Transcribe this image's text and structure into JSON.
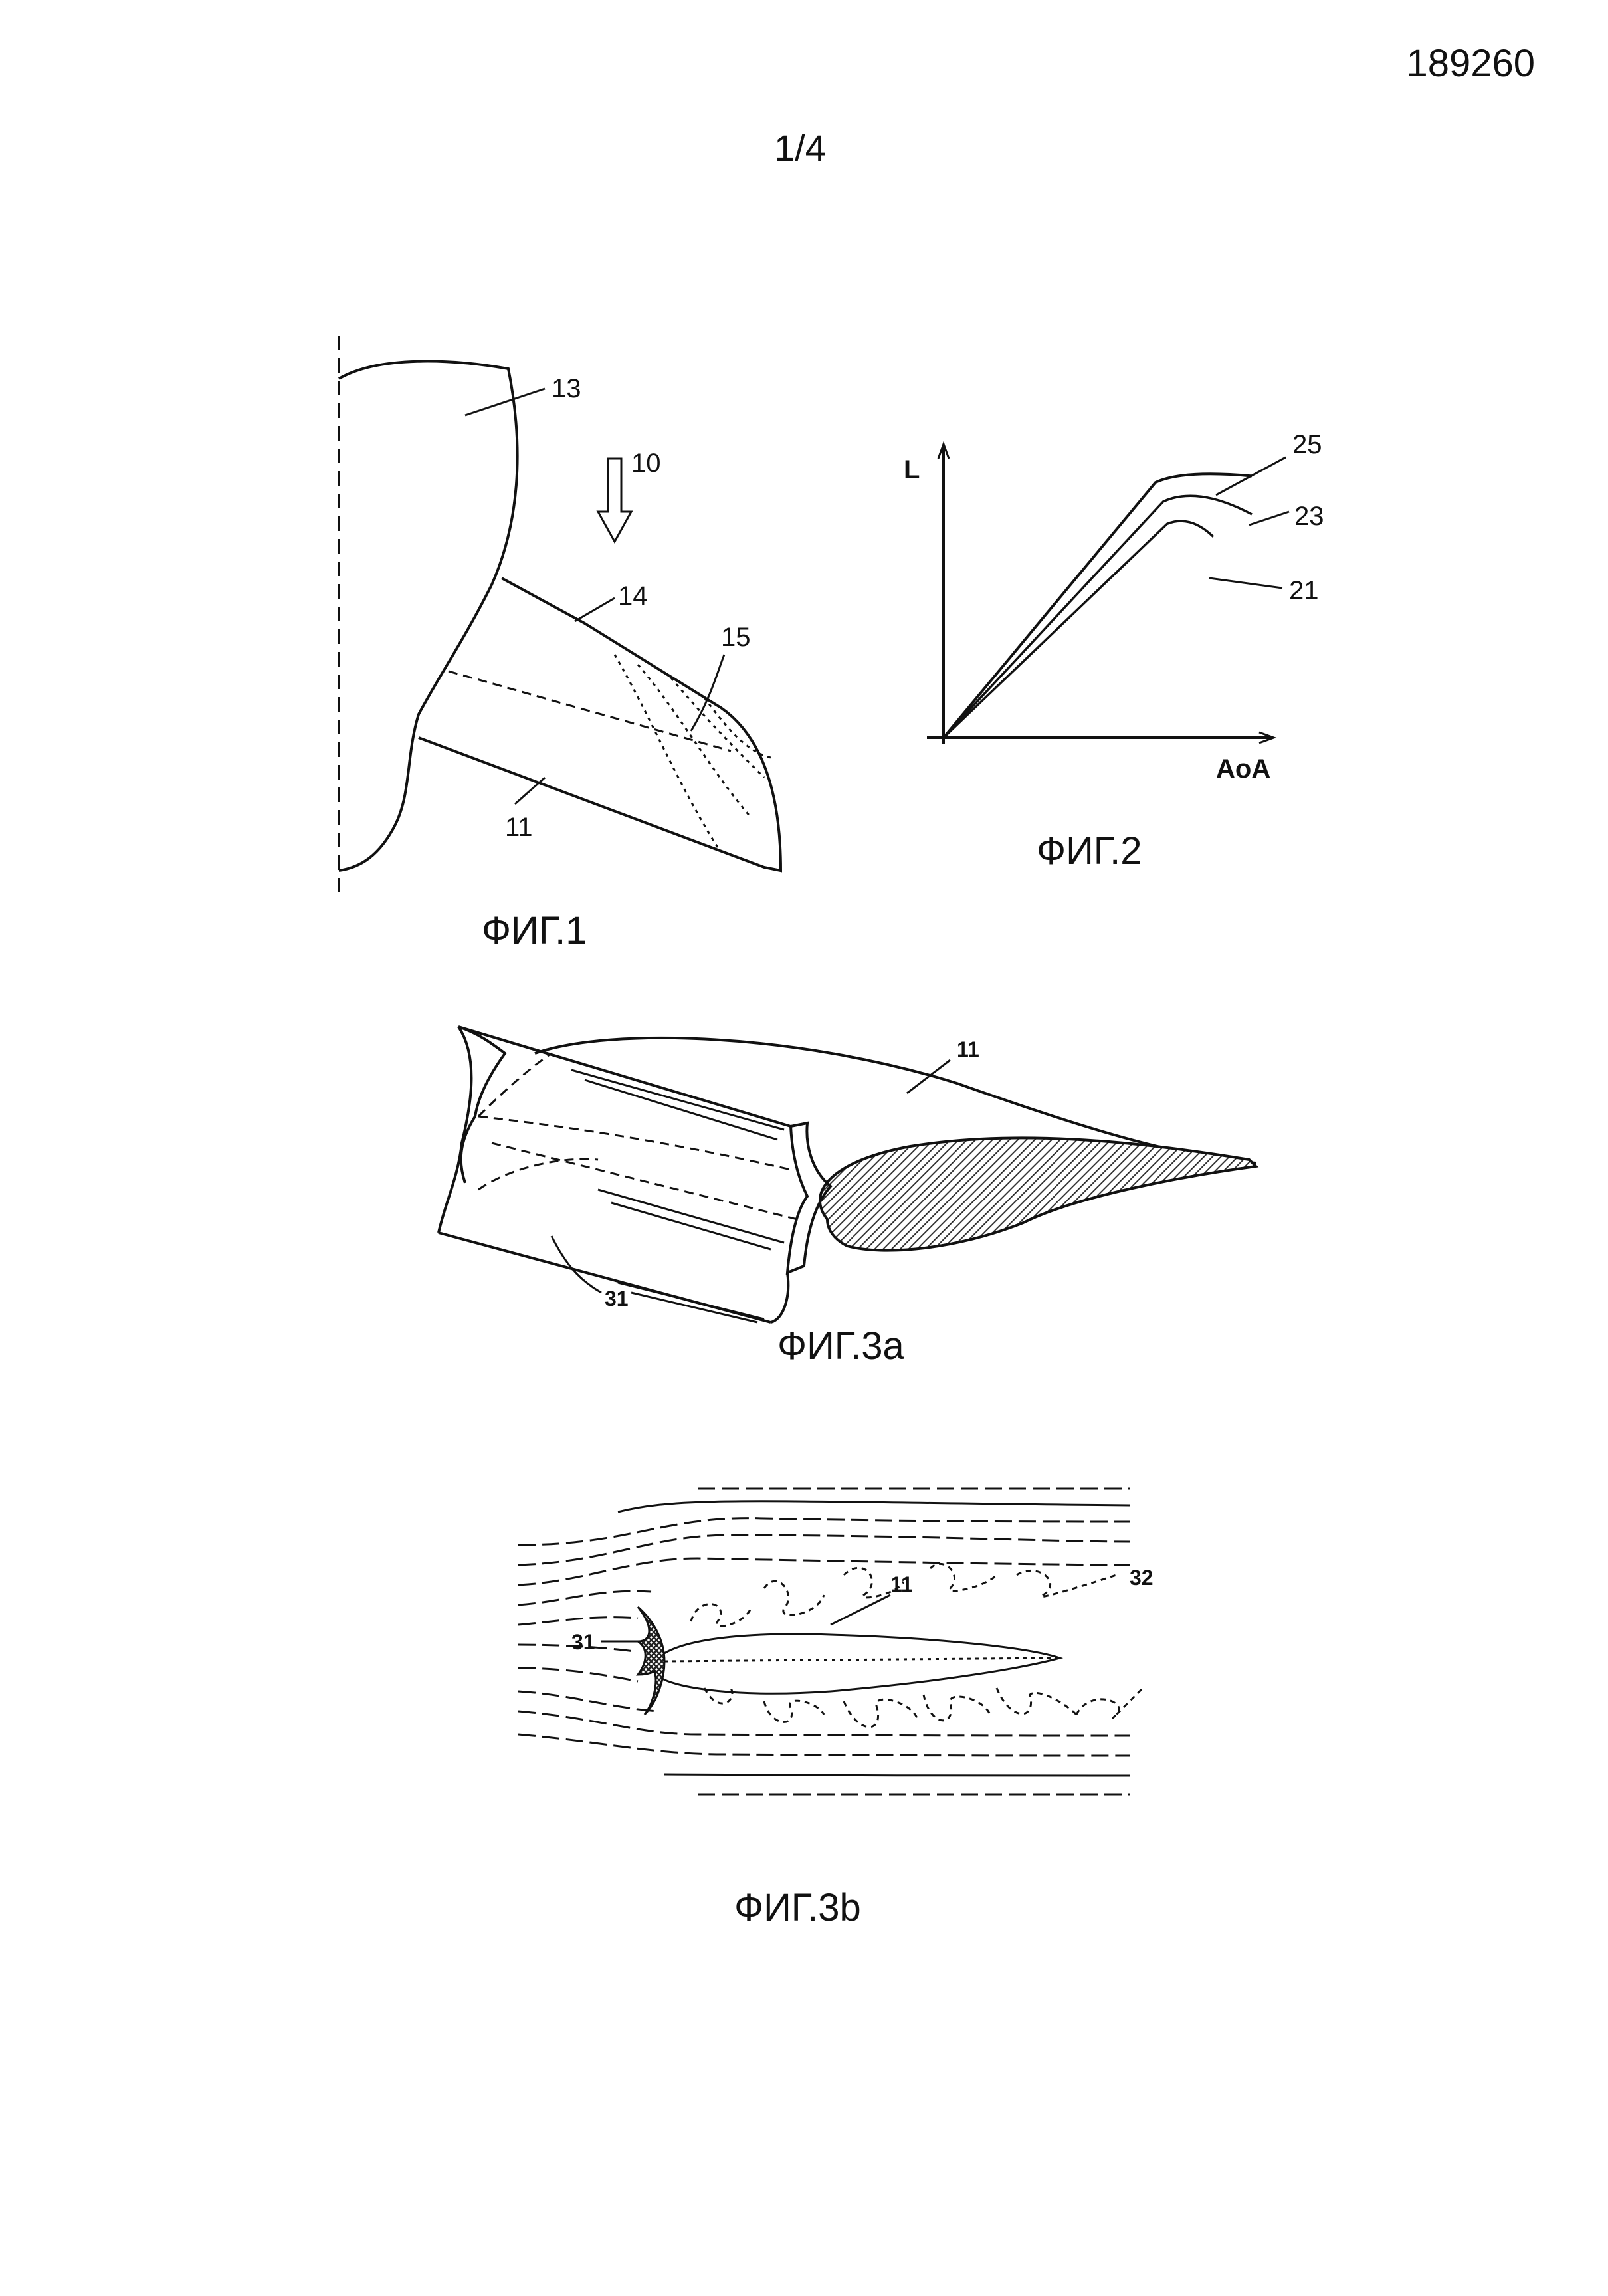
{
  "header": {
    "doc_number": "189260",
    "sheet": "1/4"
  },
  "fig1": {
    "caption": "ФИГ.1",
    "refs": {
      "body": "13",
      "flow": "10",
      "leading_edge": "14",
      "tip_region": "15",
      "wing": "11"
    }
  },
  "fig2": {
    "caption": "ФИГ.2",
    "y_label": "L",
    "x_label": "AoA",
    "curve_labels": [
      "25",
      "23",
      "21"
    ]
  },
  "fig3a": {
    "caption": "ФИГ.3a",
    "refs": {
      "wing": "11",
      "edge_device": "31"
    }
  },
  "fig3b": {
    "caption": "ФИГ.3b",
    "refs": {
      "wing": "11",
      "edge_device": "31",
      "vortex": "32"
    }
  },
  "chart_data": {
    "type": "line",
    "xlabel": "AoA",
    "ylabel": "L",
    "series": [
      {
        "name": "25",
        "x": [
          0,
          0.55,
          0.62,
          0.8
        ],
        "y": [
          0,
          0.8,
          0.84,
          0.82
        ]
      },
      {
        "name": "23",
        "x": [
          0,
          0.57,
          0.66,
          0.8
        ],
        "y": [
          0,
          0.74,
          0.79,
          0.7
        ]
      },
      {
        "name": "21",
        "x": [
          0,
          0.58,
          0.64,
          0.7
        ],
        "y": [
          0,
          0.67,
          0.7,
          0.63
        ]
      }
    ]
  }
}
